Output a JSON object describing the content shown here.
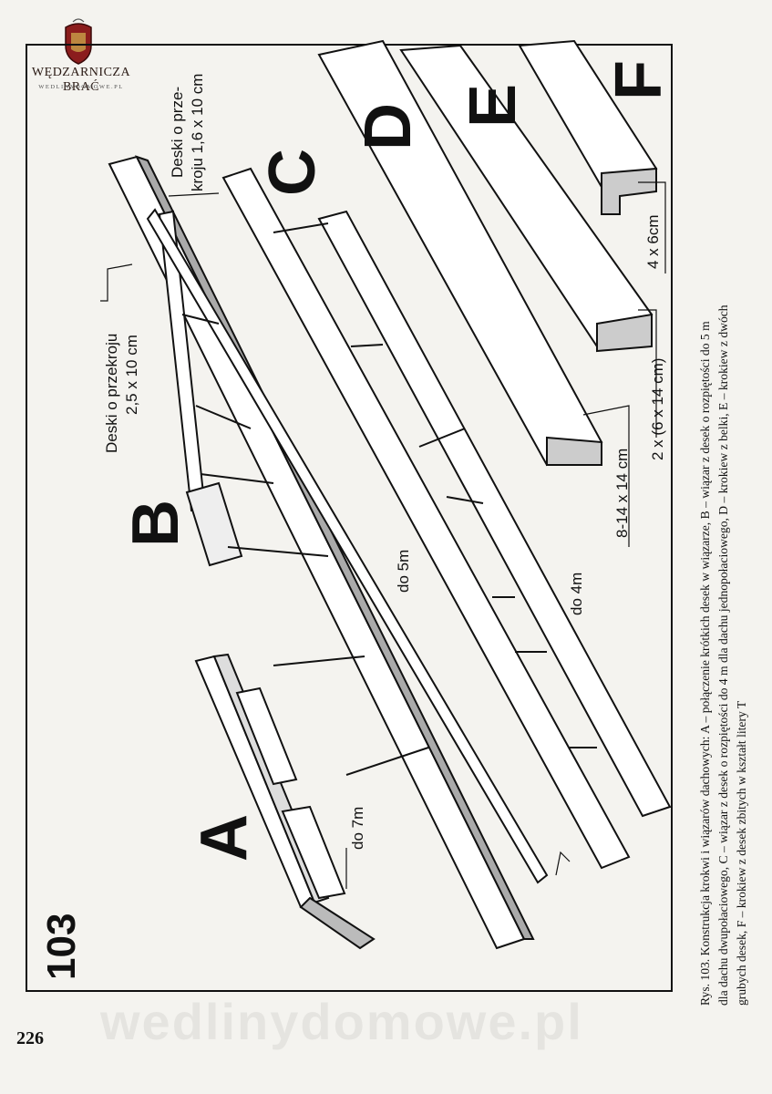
{
  "logo": {
    "title": "WĘDZARNICZA BRAĆ",
    "subtitle": "WEDLINYDOMOWE.PL"
  },
  "figure_number": "103",
  "labels": {
    "A": "A",
    "B": "B",
    "C": "C",
    "D": "D",
    "E": "E",
    "F": "F",
    "deski_1": "Deski o przekroju",
    "deski_1_dim": "2,5 x 10 cm",
    "deski_2a": "Deski o prze-",
    "deski_2b": "kroju 1,6 x 10 cm",
    "do7m": "do 7m",
    "do5m": "do 5m",
    "do4m": "do 4m",
    "dim_d": "8-14 x 14 cm",
    "dim_e": "2 x (6 x 14 cm)",
    "dim_f": "4 x 6cm"
  },
  "caption": {
    "line1": "Rys. 103. Konstrukcja krokwi i wiązarów dachowych: A – połączenie krótkich desek w wiązarze, B – wiązar z desek o rozpiętości do 5 m",
    "line2": "dla dachu dwupołaciowego, C – wiązar z desek o rozpiętości do 4 m dla dachu jednopołaciowego, D – krokiew z belki, E – krokiew z dwóch",
    "line3": "grubych desek, F – krokiew z desek zbitych w kształt litery T"
  },
  "page_number": "226",
  "watermark": "wedlinydomowe.pl"
}
